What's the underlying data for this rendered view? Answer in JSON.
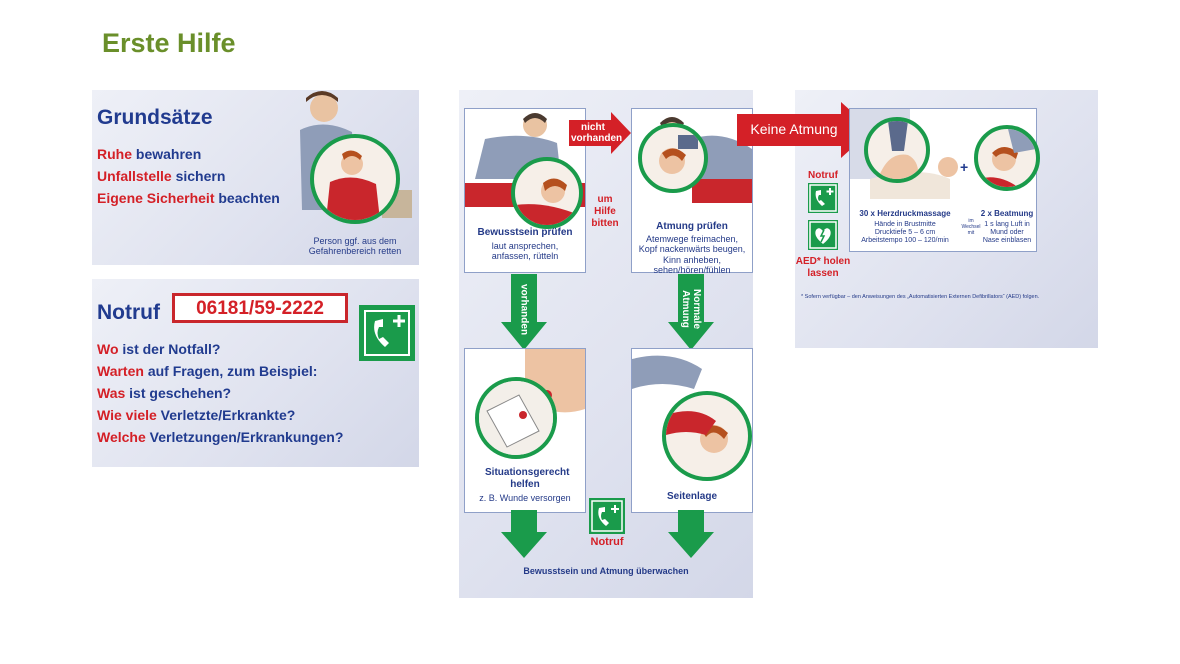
{
  "page_title": "Erste Hilfe",
  "grundsaetze": {
    "heading": "Grundsätze",
    "lines": [
      {
        "red": "Ruhe",
        "blue": " bewahren"
      },
      {
        "red": "Unfallstelle",
        "blue": " sichern"
      },
      {
        "red": "Eigene Sicherheit",
        "blue": " beachten"
      }
    ],
    "caption": "Person ggf. aus dem Gefahrenbereich retten"
  },
  "notruf": {
    "heading": "Notruf",
    "number": "06181/59-2222",
    "lines": [
      {
        "red": "Wo",
        "blue": " ist der Notfall?"
      },
      {
        "red": "Warten",
        "blue": " auf Fragen, zum Beispiel:"
      },
      {
        "red": "Was",
        "blue": " ist geschehen?"
      },
      {
        "red": "Wie viele",
        "blue": " Verletzte/Erkrankte?"
      },
      {
        "red": "Welche",
        "blue": " Verletzungen/Erkrankungen?"
      }
    ]
  },
  "flow": {
    "step1_title": "Bewusstsein prüfen",
    "step1_desc": "laut ansprechen, anfassen, rütteln",
    "um_hilfe_bitten": "um Hilfe bitten",
    "nicht_vorhanden": "nicht vorhanden",
    "step2_title": "Atmung prüfen",
    "step2_desc": "Atemwege freimachen, Kopf nackenwärts beugen, Kinn anheben, sehen/hören/fühlen",
    "vorhanden": "vorhanden",
    "normale_atmung": "Normale Atmung",
    "step3_title": "Situationsgerecht helfen",
    "step3_desc": "z. B. Wunde versorgen",
    "step4_title": "Seitenlage",
    "notruf_label": "Notruf",
    "footer": "Bewusstsein und Atmung überwachen"
  },
  "cpr": {
    "keine_atmung": "Keine Atmung",
    "notruf_label": "Notruf",
    "aed_label": "AED* holen lassen",
    "massage_title": "30 x Herzdruckmassage",
    "massage_desc": "Hände in Brustmitte Drucktiefe 5 – 6 cm Arbeitstempo 100 – 120/min",
    "im_wechsel": "im Wechsel mit",
    "beatmung_title": "2 x Beatmung",
    "beatmung_desc": "1 s lang Luft in Mund oder Nase einblasen",
    "plus": "+",
    "footnote": "* Sofern verfügbar – den Anweisungen des „Automatisierten Externen Defibrillators“ (AED) folgen."
  },
  "colors": {
    "title_green": "#6a8f2a",
    "text_blue": "#213b8f",
    "text_red": "#d42027",
    "safety_green": "#1a9b4b"
  }
}
